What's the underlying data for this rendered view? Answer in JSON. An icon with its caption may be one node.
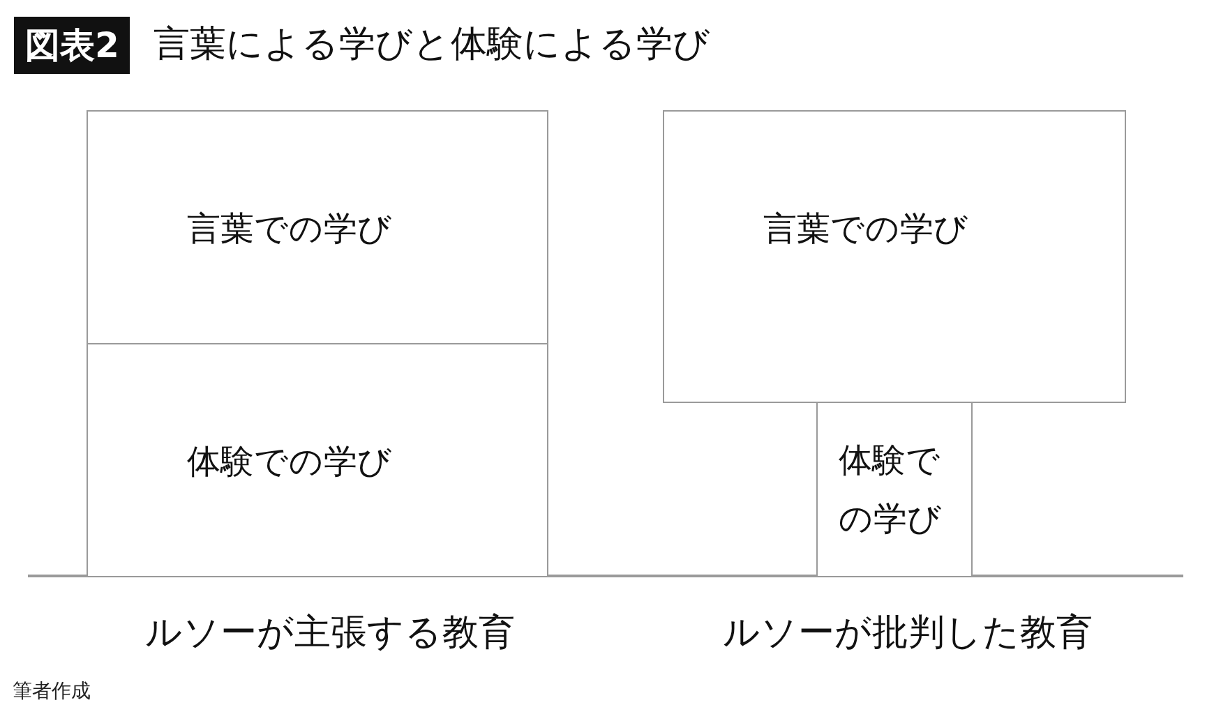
{
  "diagram": {
    "title": "言葉による学びと体験による学び",
    "nodes": [
      {
        "text": [
          "言葉での学び"
        ]
      },
      {
        "text": [
          "体験での学び"
        ]
      },
      {
        "text": [
          "言葉での学び"
        ]
      },
      {
        "text": [
          "体験での学び"
        ]
      }
    ],
    "labels": [
      "図表2",
      "ルソーが主張する教育",
      "ルソーが批判した教育",
      "筆者作成"
    ]
  }
}
